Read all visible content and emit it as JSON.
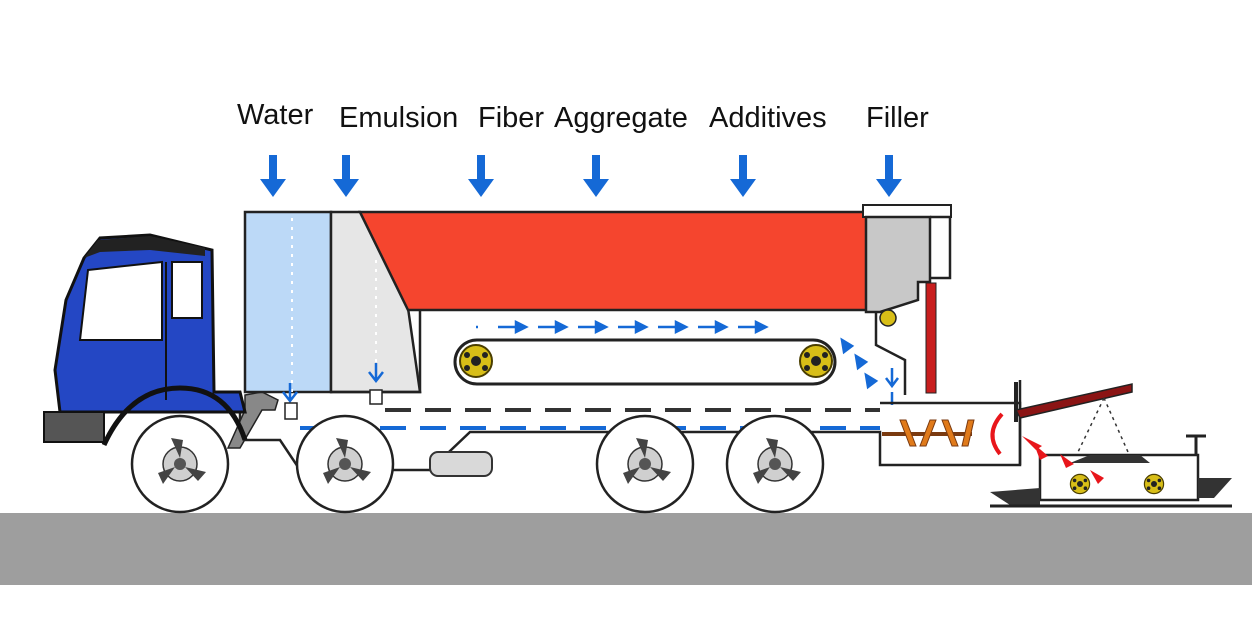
{
  "labels": {
    "water": "Water",
    "emulsion": "Emulsion",
    "fiber": "Fiber",
    "aggregate": "Aggregate",
    "additives": "Additives",
    "filler": "Filler"
  },
  "colors": {
    "water_tank": "#bcd9f7",
    "emulsion_tank": "#e6e6e6",
    "aggregate_hopper": "#f5452e",
    "cab": "#2447c4",
    "arrow": "#1569d6",
    "ground": "#9e9e9e",
    "sprocket": "#d8be17",
    "red_flow": "#e8161b"
  },
  "icons": [
    "down-arrow-icon",
    "wheel-icon",
    "conveyor-belt",
    "spreader-box"
  ]
}
